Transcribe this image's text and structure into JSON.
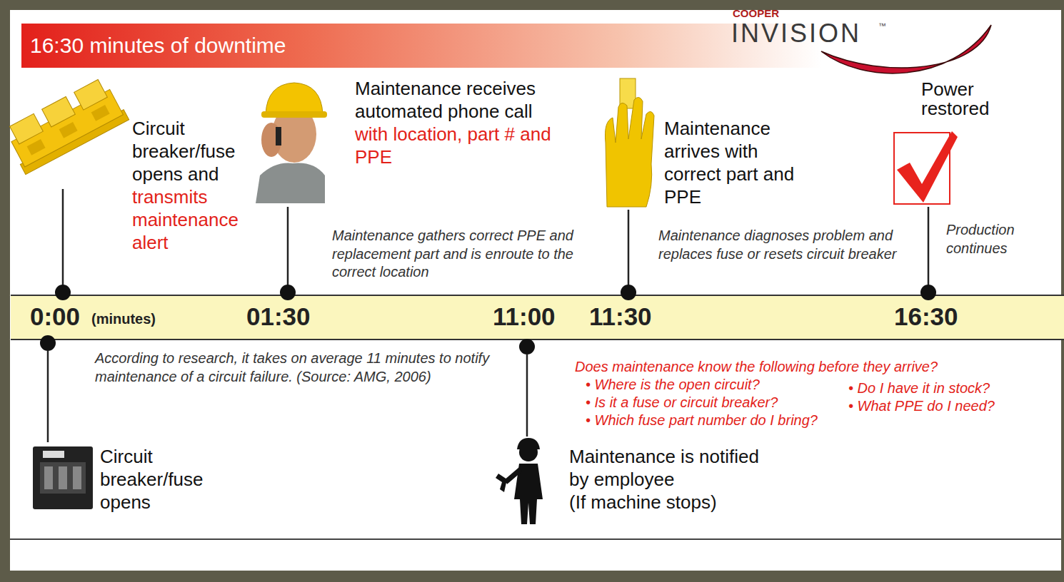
{
  "diagram": {
    "title": "16:30 minutes of downtime",
    "nodes": [
      {
        "text": [
          "0:00",
          "(minutes)",
          "01:30",
          "11:00",
          "11:30",
          "16:30"
        ]
      }
    ],
    "labels": [
      "COOPER",
      "INVISION",
      "™",
      "Circuit breaker/fuse opens and",
      "transmits maintenance alert",
      "Maintenance receives automated phone call",
      "with location, part # and PPE",
      "Maintenance gathers correct PPE and replacement part and is enroute to the correct location",
      "Maintenance arrives with correct part and PPE",
      "Maintenance diagnoses problem and replaces fuse or resets circuit breaker",
      "Power restored",
      "Production continues",
      "According to research, it takes on average 11 minutes to notify maintenance of a circuit failure. (Source: AMG, 2006)",
      "Does maintenance know the following before they arrive?",
      "• Where is the open circuit?",
      "• Is it a fuse or circuit breaker?",
      "• Which fuse part number do I bring?",
      "• Do I have it in stock?",
      "• What PPE do I need?",
      "Circuit breaker/fuse opens",
      "Maintenance is notified by employee",
      "(If machine stops)"
    ]
  }
}
